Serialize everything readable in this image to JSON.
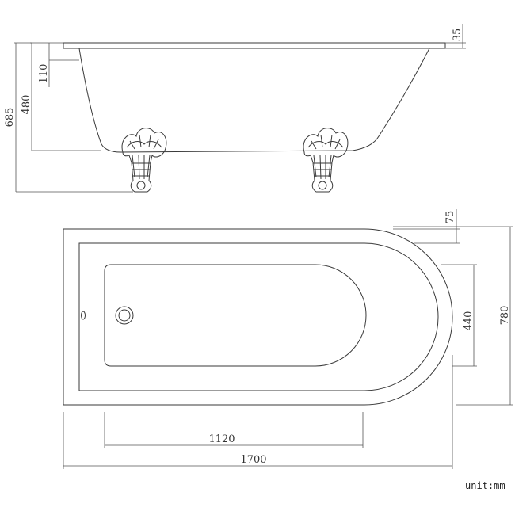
{
  "dimensions": {
    "side_rim_height": "35",
    "side_rim_to_body": "110",
    "side_inner_depth": "480",
    "side_total_height": "685",
    "top_rim_width": "75",
    "top_inner_width": "440",
    "top_total_width": "780",
    "top_inner_length": "1120",
    "top_total_length": "1700"
  },
  "unit_label": "unit:mm",
  "colors": {
    "line": "#3a3a3a",
    "background": "#ffffff"
  }
}
